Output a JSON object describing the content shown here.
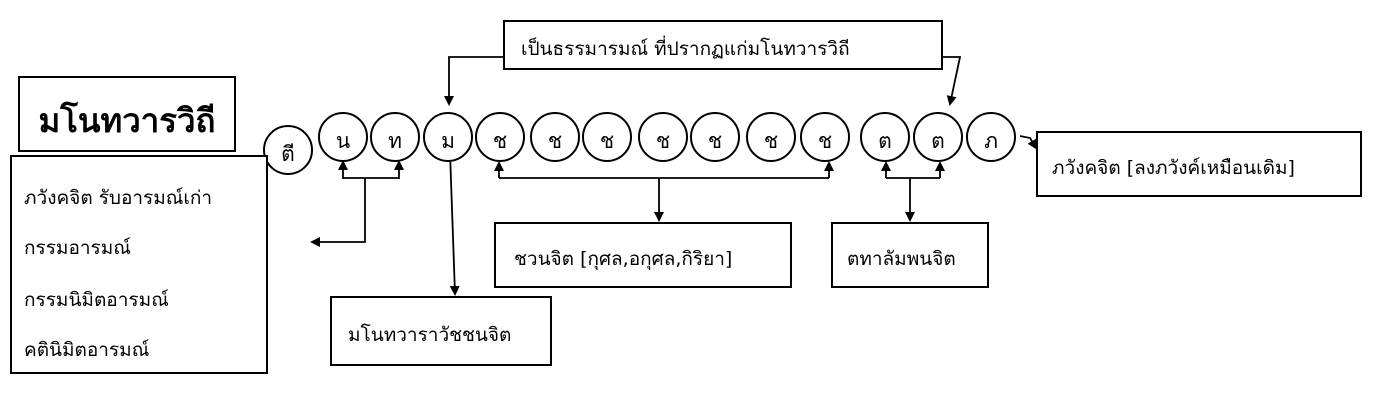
{
  "title": "มโนทวารวิถี",
  "top_label": "เป็นธรรมารมณ์ ที่ปรากฏแก่มโนทวารวิถี",
  "circles": [
    "ตี",
    "น",
    "ท",
    "ม",
    "ช",
    "ช",
    "ช",
    "ช",
    "ช",
    "ช",
    "ช",
    "ต",
    "ต",
    "ภ"
  ],
  "left_box": [
    "ภวังคจิต รับอารมณ์เก่า",
    "กรรมอารมณ์",
    "กรรมนิมิตอารมณ์",
    "คตินิมิตอารมณ์"
  ],
  "javana_label": "ชวนจิต [กุศล,อกุศล,กิริยา]",
  "tadalambana_label": "ตทาลัมพนจิต",
  "manodvara_label": "มโนทวาราวัชชนจิต",
  "after_label": "ภวังคจิต [ลงภวังค์เหมือนเดิม]"
}
